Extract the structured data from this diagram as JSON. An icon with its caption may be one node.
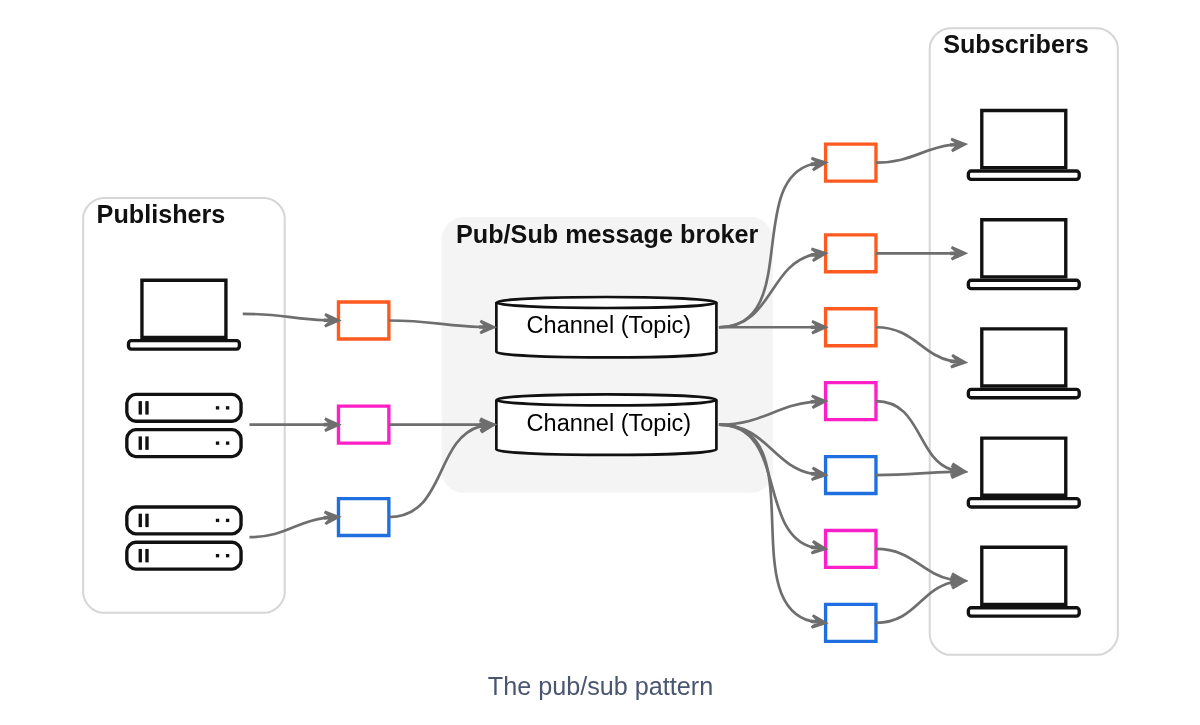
{
  "diagram": {
    "caption": "The pub/sub pattern",
    "nodes": [
      {
        "text": [
          "Publishers"
        ]
      },
      {
        "text": [],
        "shape": "laptop",
        "in": 0
      },
      {
        "text": [],
        "shape": "server",
        "in": 0
      },
      {
        "text": [],
        "shape": "server",
        "in": 0
      },
      {
        "text": [],
        "shape": "envelope"
      },
      {
        "text": [],
        "shape": "envelope"
      },
      {
        "text": [],
        "shape": "envelope"
      },
      {
        "text": [
          "Pub/Sub message broker"
        ]
      },
      {
        "text": [
          "Channel (Topic)"
        ],
        "in": 7
      },
      {
        "text": [
          "Channel (Topic)"
        ],
        "in": 7
      },
      {
        "text": [],
        "shape": "envelope"
      },
      {
        "text": [],
        "shape": "envelope"
      },
      {
        "text": [],
        "shape": "envelope"
      },
      {
        "text": [],
        "shape": "envelope"
      },
      {
        "text": [],
        "shape": "envelope"
      },
      {
        "text": [],
        "shape": "envelope"
      },
      {
        "text": [],
        "shape": "envelope"
      },
      {
        "text": [
          "Subscribers"
        ]
      },
      {
        "text": [],
        "shape": "laptop",
        "in": 17
      },
      {
        "text": [],
        "shape": "laptop",
        "in": 17
      },
      {
        "text": [],
        "shape": "laptop",
        "in": 17
      },
      {
        "text": [],
        "shape": "laptop",
        "in": 17
      },
      {
        "text": [],
        "shape": "laptop",
        "in": 17
      }
    ],
    "edges": [
      {
        "from": 1,
        "to": 4,
        "arrow": "to"
      },
      {
        "from": 4,
        "to": 8,
        "arrow": "to"
      },
      {
        "from": 2,
        "to": 5,
        "arrow": "to"
      },
      {
        "from": 3,
        "to": 6,
        "arrow": "to"
      },
      {
        "from": 5,
        "to": 9,
        "arrow": "to"
      },
      {
        "from": 6,
        "to": 9,
        "arrow": "to"
      },
      {
        "from": 8,
        "to": 10,
        "arrow": "to"
      },
      {
        "from": 8,
        "to": 11,
        "arrow": "to"
      },
      {
        "from": 8,
        "to": 12,
        "arrow": "to"
      },
      {
        "from": 9,
        "to": 13,
        "arrow": "to"
      },
      {
        "from": 9,
        "to": 14,
        "arrow": "to"
      },
      {
        "from": 9,
        "to": 15,
        "arrow": "to"
      },
      {
        "from": 9,
        "to": 16,
        "arrow": "to"
      },
      {
        "from": 10,
        "to": 18,
        "arrow": "to"
      },
      {
        "from": 11,
        "to": 19,
        "arrow": "to"
      },
      {
        "from": 12,
        "to": 20,
        "arrow": "to"
      },
      {
        "from": 13,
        "to": 21,
        "arrow": "to"
      },
      {
        "from": 14,
        "to": 21,
        "arrow": "to"
      },
      {
        "from": 15,
        "to": 22,
        "arrow": "to"
      },
      {
        "from": 16,
        "to": 22,
        "arrow": "to"
      }
    ]
  }
}
